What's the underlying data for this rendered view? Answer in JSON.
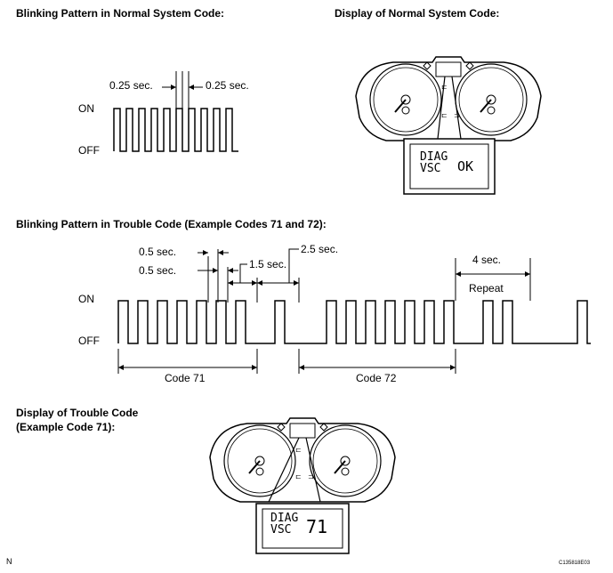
{
  "headings": {
    "normal_pattern": "Blinking Pattern in Normal System Code:",
    "normal_display": "Display of Normal System Code:",
    "trouble_pattern": "Blinking Pattern in Trouble Code (Example Codes 71 and 72):",
    "trouble_display_line1": "Display of Trouble Code",
    "trouble_display_line2": "(Example Code 71):"
  },
  "normal_pattern": {
    "on_label": "ON",
    "off_label": "OFF",
    "interval_left": "0.25 sec.",
    "interval_right": "0.25 sec.",
    "pulse_count": 10
  },
  "trouble_pattern": {
    "on_label": "ON",
    "off_label": "OFF",
    "timing_a": "0.5 sec.",
    "timing_b": "0.5 sec.",
    "timing_c": "1.5 sec.",
    "timing_d": "2.5 sec.",
    "timing_e": "4 sec.",
    "repeat_label": "Repeat",
    "code1_label": "Code 71",
    "code2_label": "Code 72",
    "code1_digits": [
      7,
      1
    ],
    "code2_digits": [
      7,
      2
    ]
  },
  "normal_display": {
    "line1": "DIAG",
    "line2": "VSC",
    "value": "OK"
  },
  "trouble_display": {
    "line1": "DIAG",
    "line2": "VSC",
    "value": "71"
  },
  "footer": {
    "left_mark": "N",
    "figure_id": "C135818E03"
  }
}
